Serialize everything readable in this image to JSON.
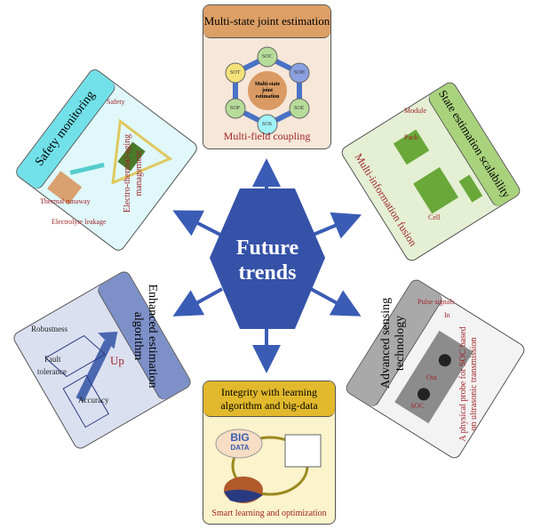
{
  "center": {
    "line1": "Future",
    "line2": "trends"
  },
  "top": {
    "title": "Multi-state joint estimation",
    "caption": "Multi-field coupling",
    "core": [
      "Multi-state",
      "joint",
      "estimation"
    ],
    "nodes": [
      "SOC",
      "SOH",
      "SOE",
      "SOS",
      "SOP",
      "SOT"
    ]
  },
  "safety": {
    "title": "Safety monitoring",
    "caption1": "Electro-thermal-aging",
    "caption2": "management",
    "labels": {
      "thermal": "Thermal runaway",
      "leak": "Electrolyte leakage",
      "safety": "Safety"
    }
  },
  "scalability": {
    "title": "State estimation scalability",
    "caption": "Multi-information fusion",
    "labels": {
      "module": "Module",
      "pack": "Pack",
      "cell": "Cell"
    }
  },
  "sensing": {
    "title1": "Advanced sensing",
    "title2": "technology",
    "caption1": "A physical probe for SOC based",
    "caption2": "on ultrasonic transmission",
    "labels": {
      "pulse": "Pulse signals",
      "soc": "SOC",
      "in": "In",
      "out": "Out"
    }
  },
  "algorithm": {
    "title1": "Enhanced estimation",
    "title2": "algorithm",
    "up": "Up",
    "labels": {
      "robust": "Robustness",
      "fault1": "Fault",
      "fault2": "tolerance",
      "accuracy": "Accuracy"
    }
  },
  "learning": {
    "title1": "Integrity with learning",
    "title2": "algorithm and big-data",
    "caption": "Smart learning and optimization",
    "big": "BIG",
    "data": "DATA"
  },
  "colors": {
    "arrow": "#3a5cb4",
    "hex": "#3552a8"
  }
}
